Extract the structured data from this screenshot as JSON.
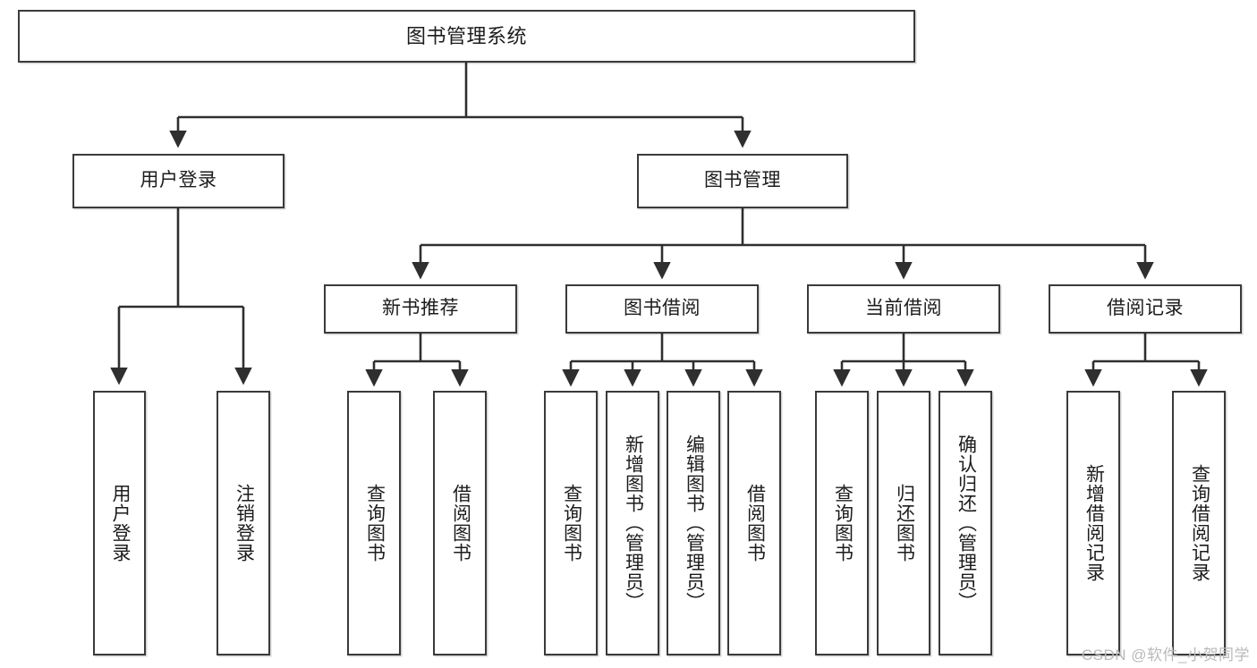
{
  "diagram": {
    "title": "图书管理系统",
    "type": "tree-hierarchy-chart",
    "root": {
      "label": "图书管理系统"
    },
    "level1": [
      {
        "id": "user-login",
        "label": "用户登录"
      },
      {
        "id": "book-management",
        "label": "图书管理"
      }
    ],
    "level2": [
      {
        "id": "new-book-recommend",
        "label": "新书推荐",
        "parent": "book-management"
      },
      {
        "id": "book-borrow",
        "label": "图书借阅",
        "parent": "book-management"
      },
      {
        "id": "current-borrow",
        "label": "当前借阅",
        "parent": "book-management"
      },
      {
        "id": "borrow-record",
        "label": "借阅记录",
        "parent": "book-management"
      }
    ],
    "leaves": {
      "user-login": [
        {
          "id": "leaf-user-login",
          "label": "用户登录"
        },
        {
          "id": "leaf-logout-login",
          "label": "注销登录"
        }
      ],
      "new-book-recommend": [
        {
          "id": "leaf-query-book-1",
          "label": "查询图书"
        },
        {
          "id": "leaf-borrow-book-1",
          "label": "借阅图书"
        }
      ],
      "book-borrow": [
        {
          "id": "leaf-query-book-2",
          "label": "查询图书"
        },
        {
          "id": "leaf-add-book",
          "label": "新增图书（管理员）"
        },
        {
          "id": "leaf-edit-book",
          "label": "编辑图书（管理员）"
        },
        {
          "id": "leaf-borrow-book-2",
          "label": "借阅图书"
        }
      ],
      "current-borrow": [
        {
          "id": "leaf-query-book-3",
          "label": "查询图书"
        },
        {
          "id": "leaf-return-book",
          "label": "归还图书"
        },
        {
          "id": "leaf-confirm-return",
          "label": "确认归还（管理员）"
        }
      ],
      "borrow-record": [
        {
          "id": "leaf-add-record",
          "label": "新增借阅记录"
        },
        {
          "id": "leaf-query-record",
          "label": "查询借阅记录"
        }
      ]
    },
    "colors": {
      "stroke": "#3a3a3a",
      "text": "#1c1c1c",
      "background": "#ffffff",
      "watermark": "#b9b9b9"
    }
  },
  "watermark": {
    "text": "CSDN @软件_小贺同学"
  }
}
